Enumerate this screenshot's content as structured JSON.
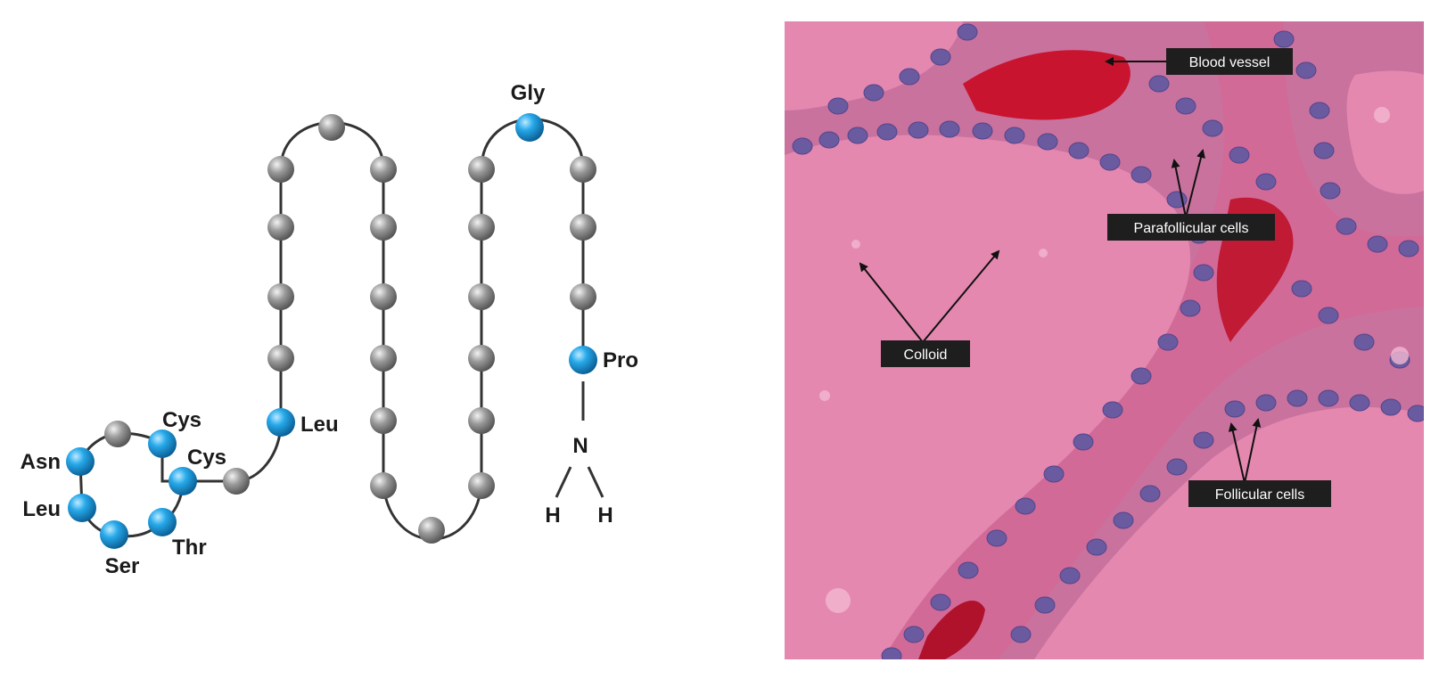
{
  "diagram": {
    "labels": {
      "gly": "Gly",
      "pro": "Pro",
      "leu_chain": "Leu",
      "cys_1": "Cys",
      "cys_2": "Cys",
      "asn": "Asn",
      "leu_ring": "Leu",
      "ser": "Ser",
      "thr": "Thr"
    },
    "terminus": {
      "nitrogen": "N",
      "hydrogen_left": "H",
      "hydrogen_right": "H"
    },
    "colors": {
      "highlighted_residue": "#1ea3e6",
      "residue": "#8c8c8c",
      "bond": "#333333"
    }
  },
  "micrograph": {
    "callouts": {
      "blood_vessel": "Blood vessel",
      "parafollicular_cells": "Parafollicular cells",
      "colloid": "Colloid",
      "follicular_cells": "Follicular cells"
    },
    "colors": {
      "colloid": "#e488b0",
      "nuclei": "#6a5aa0",
      "blood": "#c8142e",
      "label_bg": "#1e1e1e"
    }
  }
}
